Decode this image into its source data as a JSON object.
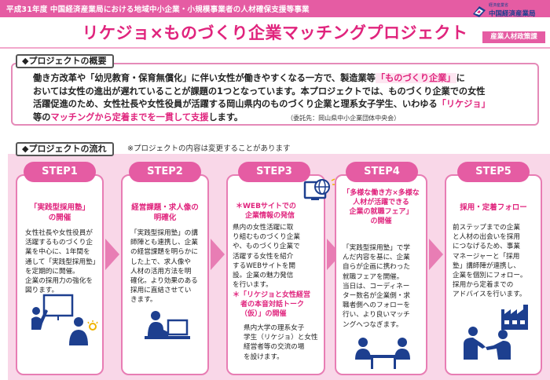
{
  "header": {
    "banner": "平成31年度 中国経済産業局における地域中小企業・小規模事業者の人材確保支援等事業",
    "logo_small": "経済産業省",
    "logo_main": "中国経済産業局"
  },
  "title": "リケジョ×ものづくり企業マッチングプロジェクト",
  "dept_badge": "産業人材政策課",
  "overview": {
    "label": "◆プロジェクトの概要",
    "t1": "働き方改革や「幼児教育・保育無償化」に伴い女性が働きやすくなる一方で、製造業等",
    "t2": "「ものづくり企業」",
    "t3": "に",
    "t4": "おいては女性の進出が遅れていることが課題の1つとなっています。本プロジェクトでは、ものづくり企業での女性",
    "t5": "活躍促進のため、女性社長や女性役員が活躍する岡山県内のものづくり企業と理系女子学生、いわゆる",
    "t6": "「リケジョ」",
    "t7": "等の",
    "t8": "マッチングから定着までを一貫して支援",
    "t9": "します。",
    "credit": "（委託先：岡山県中小企業団体中央会）"
  },
  "flow": {
    "label": "◆プロジェクトの流れ",
    "note": "※プロジェクトの内容は変更することがあります"
  },
  "steps": [
    {
      "label": "STEP1",
      "heading": [
        "「実践型採用塾」",
        "の開催"
      ],
      "body": [
        "女性社長や女性役員が",
        "活躍するものづくり企",
        "業を中心に、1年間を",
        "通して「実践型採用塾」",
        "を定期的に開催。",
        "企業の採用力の強化を",
        "図ります。"
      ]
    },
    {
      "label": "STEP2",
      "heading": [
        "経営課題・求人像の",
        "明確化"
      ],
      "body": [
        "「実践型採用塾」の講",
        "師陣とも連携し、企業",
        "の経営課題を明らかに",
        "した上で、求人像や",
        "人材の活用方法を明",
        "確化。より効果のある",
        "採用に直結させてい",
        "きます。"
      ]
    },
    {
      "label": "STEP3",
      "sub1": [
        "＊WEBサイトでの",
        "企業情報の発信"
      ],
      "body1": [
        "県内の女性活躍に取",
        "り組むものづくり企業",
        "や、ものづくり企業で",
        "活躍する女性を紹介",
        "するWEBサイトを開",
        "設。企業の魅力発信",
        "を行います。"
      ],
      "sub2": [
        "＊「リケジョと女性経営",
        "者の本音対話トーク",
        "（仮）」の開催"
      ],
      "body2": [
        "県内大学の理系女子",
        "学生（リケジョ）と女性",
        "経営者等の交流の場",
        "を設けます。"
      ]
    },
    {
      "label": "STEP4",
      "heading": [
        "「多様な働き方×多様な",
        "人材が活躍できる",
        "企業の就職フェア」",
        "の開催"
      ],
      "body": [
        "「実践型採用塾」で学",
        "んだ内容を基に、企業",
        "自らが企画に携わった",
        "就職フェアを開催。",
        "当日は、コーディネー",
        "ター数名が企業側・求",
        "職者側へのフォローを",
        "行い、より良いマッチ",
        "ングへつなぎます。"
      ]
    },
    {
      "label": "STEP5",
      "heading": [
        "採用・定着フォロー"
      ],
      "body": [
        "前ステップまでの企業",
        "と人材の出会いを採用",
        "につなげるため、事業",
        "マネージャーと「採用",
        "塾」講師陣が連携し、",
        "企業を個別にフォロー。",
        "採用から定着までの",
        "アドバイスを行います。"
      ]
    }
  ],
  "colors": {
    "pink": "#e55ca3",
    "magenta_text": "#e0247d",
    "light_pink_bg": "#f9d7e8",
    "border_pink": "#e87db4",
    "navy": "#1d3f8f"
  }
}
